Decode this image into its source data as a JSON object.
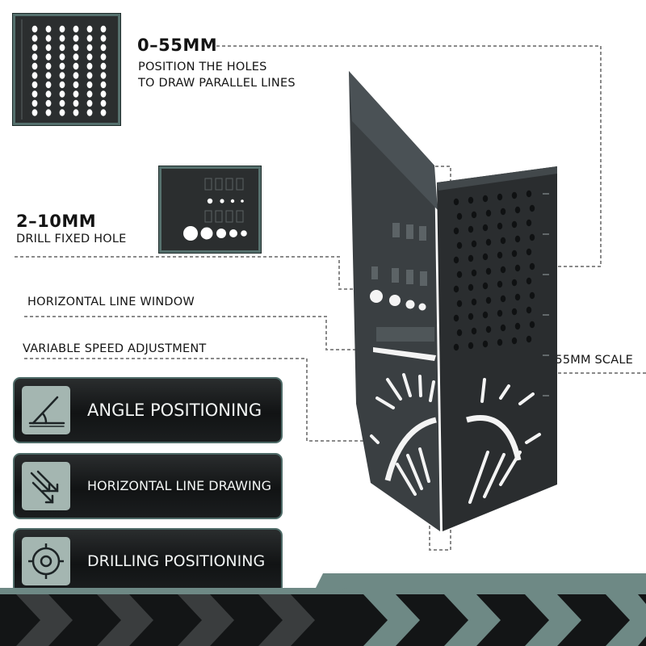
{
  "callouts": {
    "holes": {
      "title": "0–55MM",
      "line1": "POSITION THE HOLES",
      "line2": "TO DRAW PARALLEL LINES"
    },
    "drill": {
      "title": "2–10MM",
      "line1": "DRILL FIXED HOLE"
    },
    "window": "HORIZONTAL LINE WINDOW",
    "speed": "VARIABLE SPEED ADJUSTMENT",
    "scale": "155MM SCALE"
  },
  "features": [
    {
      "label": "ANGLE POSITIONING",
      "icon": "angle-icon"
    },
    {
      "label": "HORIZONTAL LINE DRAWING",
      "icon": "diagonal-arrows-icon"
    },
    {
      "label": "DRILLING POSITIONING",
      "icon": "target-icon"
    }
  ],
  "colors": {
    "accent": "#8fa6a1",
    "panel": "#2b2e2f",
    "border": "#55706d",
    "icon_bg": "#a4b6b1"
  }
}
